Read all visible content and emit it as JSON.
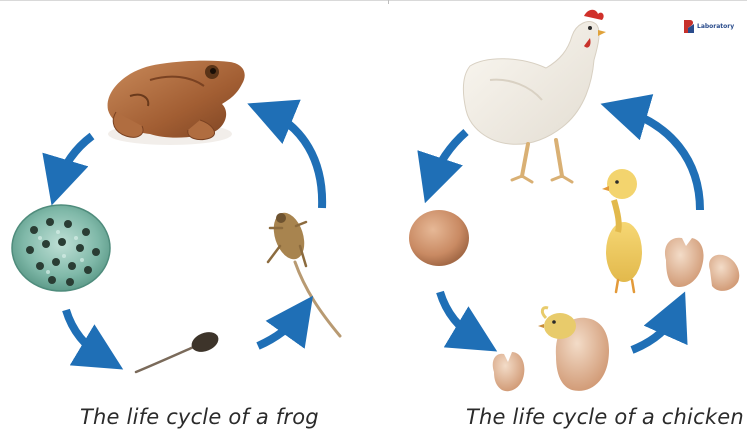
{
  "diagrams": [
    {
      "caption": "The life cycle of a frog",
      "stages": [
        "adult-frog",
        "frog-eggs",
        "tadpole",
        "froglet"
      ]
    },
    {
      "caption": "The life cycle of a chicken",
      "stages": [
        "hen",
        "egg",
        "hatching-chick",
        "chick",
        "broken-eggshell"
      ]
    }
  ],
  "colors": {
    "arrow": "#1f6fb6",
    "caption_text": "#2b2b2b"
  },
  "logo": {
    "text": "Laboratory",
    "icon": "brand-logo-icon"
  }
}
